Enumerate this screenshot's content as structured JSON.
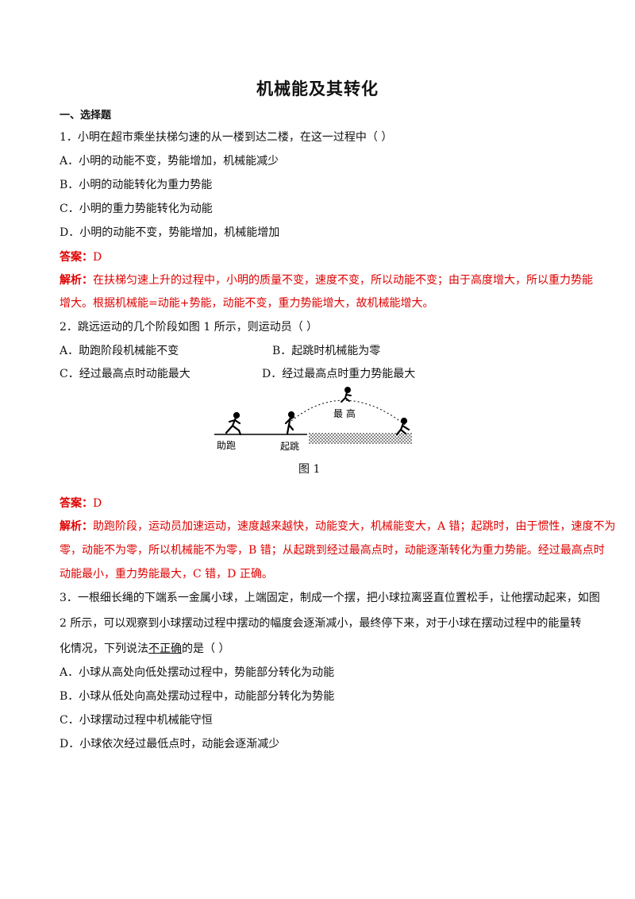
{
  "title": "机械能及其转化",
  "section": "一、选择题",
  "q1": {
    "stem": "1．小明在超市乘坐扶梯匀速的从一楼到达二楼，在这一过程中（            ）",
    "a": "A．小明的动能不变，势能增加，机械能减少",
    "b": "B．小明的动能转化为重力势能",
    "c": "C．小明的重力势能转化为动能",
    "d": "D．小明的动能不变，势能增加，机械能增加",
    "answer_label": "答案：",
    "answer": "D",
    "analysis_label": "解析：",
    "analysis_1": "在扶梯匀速上升的过程中，小明的质量不变，速度不变，所以动能不变；由于高度增大，所以重力势能",
    "analysis_2": "增大。根据机械能=动能+势能，动能不变，重力势能增大，故机械能增大。"
  },
  "q2": {
    "stem": "2．跳远运动的几个阶段如图 1 所示，则运动员（            ）",
    "a": "A．助跑阶段机械能不变",
    "b": "B．起跳时机械能为零",
    "c": "C．经过最高点时动能最大",
    "d": "D．经过最高点时重力势能最大",
    "figure": {
      "label_run": "助跑",
      "label_jump": "起跳",
      "label_top": "最 高",
      "caption": "图 1"
    },
    "answer_label": "答案：",
    "answer": "D",
    "analysis_label": "解析：",
    "analysis_1": "助跑阶段，运动员加速运动，速度越来越快，动能变大，机械能变大，A 错；起跳时，由于惯性，速度不为",
    "analysis_2": "零，动能不为零，所以机械能不为零，B 错；从起跳到经过最高点时，动能逐渐转化为重力势能。经过最高点时",
    "analysis_3": "动能最小，重力势能最大，C 错，D 正确。"
  },
  "q3": {
    "stem_1": "3．一根细长绳的下端系一金属小球，上端固定，制成一个摆，把小球拉离竖直位置松手，让他摆动起来，如图",
    "stem_2": "2 所示，可以观察到小球摆动过程中摆动的幅度会逐渐减小，最终停下来，对于小球在摆动过程中的能量转",
    "stem_3_pre": "化情况，下列说法",
    "stem_3_under": "不正确",
    "stem_3_post": "的是（            ）",
    "a": "A．小球从高处向低处摆动过程中，势能部分转化为动能",
    "b": "B．小球从低处向高处摆动过程中，动能部分转化为势能",
    "c": "C．小球摆动过程中机械能守恒",
    "d": "D．小球依次经过最低点时，动能会逐渐减少"
  }
}
